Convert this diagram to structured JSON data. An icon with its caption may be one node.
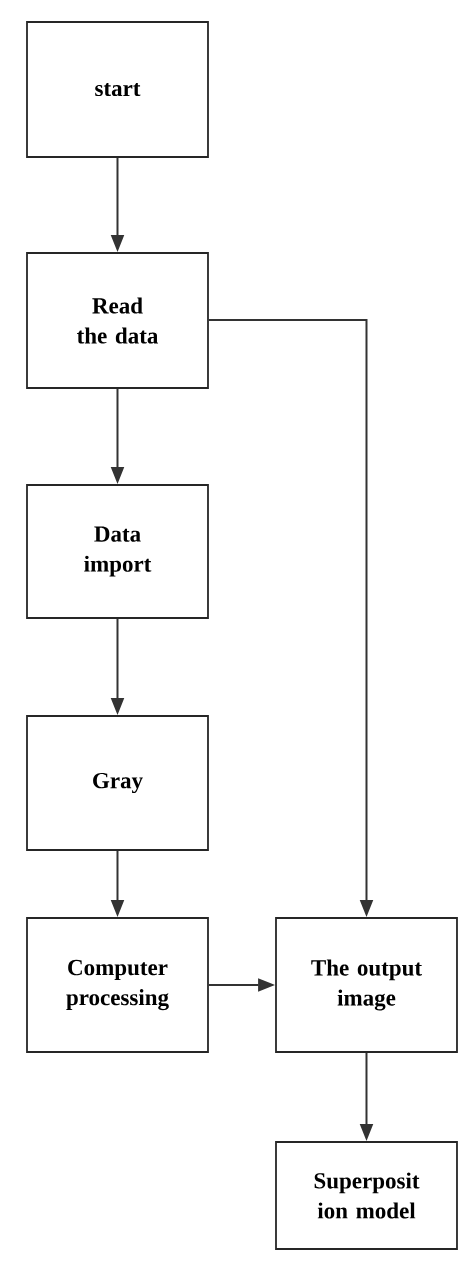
{
  "diagram": {
    "nodes": [
      {
        "text": [
          "start"
        ]
      },
      {
        "text": [
          "Read the data"
        ]
      },
      {
        "text": [
          "Data import"
        ]
      },
      {
        "text": [
          "Gray"
        ]
      },
      {
        "text": [
          "Computer processing"
        ]
      },
      {
        "text": [
          "The output image"
        ]
      },
      {
        "text": [
          "Superposit ion model"
        ]
      }
    ],
    "edges": [
      {
        "from": 0,
        "to": 1,
        "arrow": "to"
      },
      {
        "from": 1,
        "to": 2,
        "arrow": "to"
      },
      {
        "from": 2,
        "to": 3,
        "arrow": "to"
      },
      {
        "from": 3,
        "to": 4,
        "arrow": "to"
      },
      {
        "from": 4,
        "to": 5,
        "arrow": "to"
      },
      {
        "from": 1,
        "to": 5,
        "arrow": "to"
      },
      {
        "from": 5,
        "to": 6,
        "arrow": "to"
      }
    ]
  }
}
